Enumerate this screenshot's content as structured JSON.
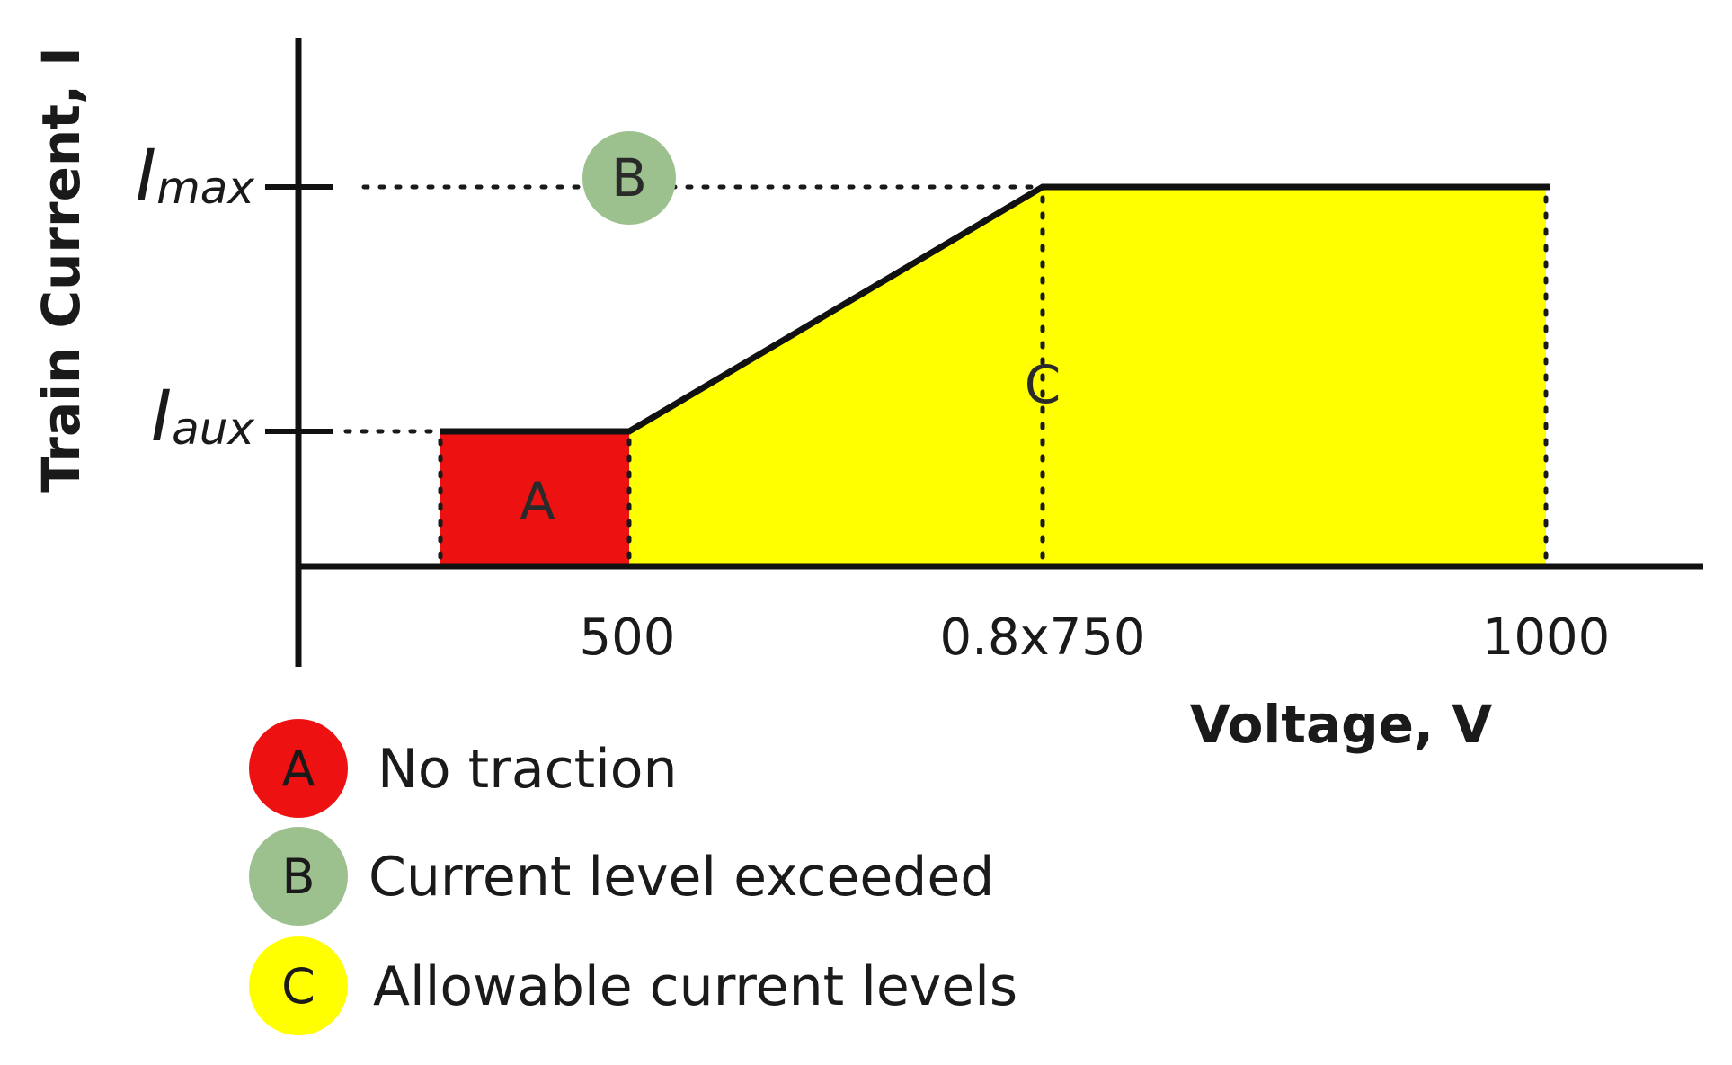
{
  "axes": {
    "y_title": "Train Current, I",
    "x_title": "Voltage, V"
  },
  "y_ticks": {
    "max": {
      "symbol": "I",
      "subscript": "max"
    },
    "aux": {
      "symbol": "I",
      "subscript": "aux"
    }
  },
  "x_ticks": {
    "v1": "500",
    "v2": "0.8x750",
    "v3": "1000"
  },
  "regions": {
    "a": {
      "letter": "A",
      "color": "#ee1111"
    },
    "b": {
      "letter": "B",
      "color": "#9dc08f"
    },
    "c": {
      "letter": "C",
      "color": "#ffff00"
    }
  },
  "legend": {
    "items": [
      {
        "letter": "A",
        "label": "No traction",
        "color": "#ee1111"
      },
      {
        "letter": "B",
        "label": "Current level exceeded",
        "color": "#9dc08f"
      },
      {
        "letter": "C",
        "label": "Allowable current levels",
        "color": "#ffff00"
      }
    ]
  }
}
